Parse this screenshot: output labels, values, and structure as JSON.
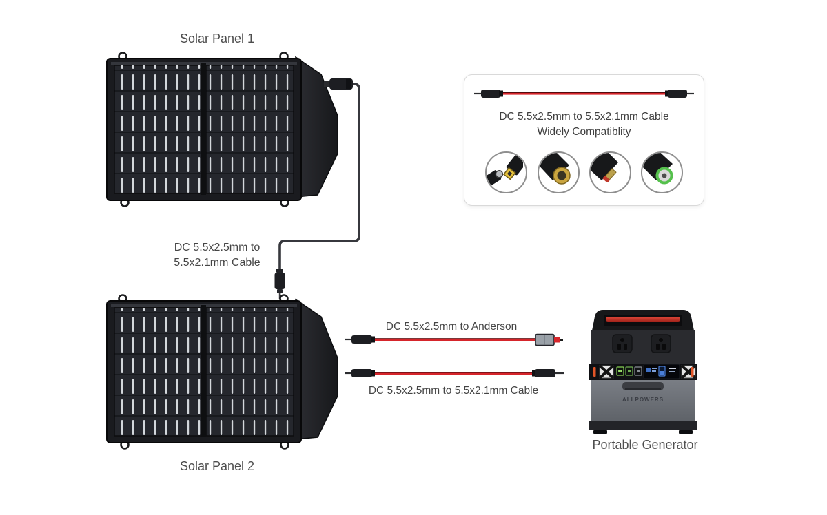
{
  "panels": {
    "panel1_label": "Solar Panel 1",
    "panel2_label": "Solar Panel 2"
  },
  "link_cable": {
    "label_line1": "DC 5.5x2.5mm to",
    "label_line2": "5.5x2.1mm Cable"
  },
  "compat_box": {
    "title": "DC 5.5x2.5mm to 5.5x2.1mm Cable",
    "subtitle": "Widely Compatiblity",
    "cable_icon": "dc-to-dc-red-cable-icon",
    "connector_icons": [
      {
        "name": "square-tip-connector-icon"
      },
      {
        "name": "gold-barrel-tip-connector-icon"
      },
      {
        "name": "thin-red-tip-connector-icon"
      },
      {
        "name": "green-ring-tip-connector-icon"
      }
    ]
  },
  "anderson_cable": {
    "label": "DC 5.5x2.5mm to Anderson"
  },
  "dc_cable": {
    "label": "DC 5.5x2.5mm to 5.5x2.1mm Cable"
  },
  "generator": {
    "label": "Portable Generator",
    "brand": "ALLPOWERS"
  },
  "colors": {
    "cable_red": "#d6252b",
    "accent_orange": "#e25527",
    "handle_red": "#d93a2b",
    "panel_dark": "#1a1b1f",
    "text": "#4a4a4a"
  }
}
